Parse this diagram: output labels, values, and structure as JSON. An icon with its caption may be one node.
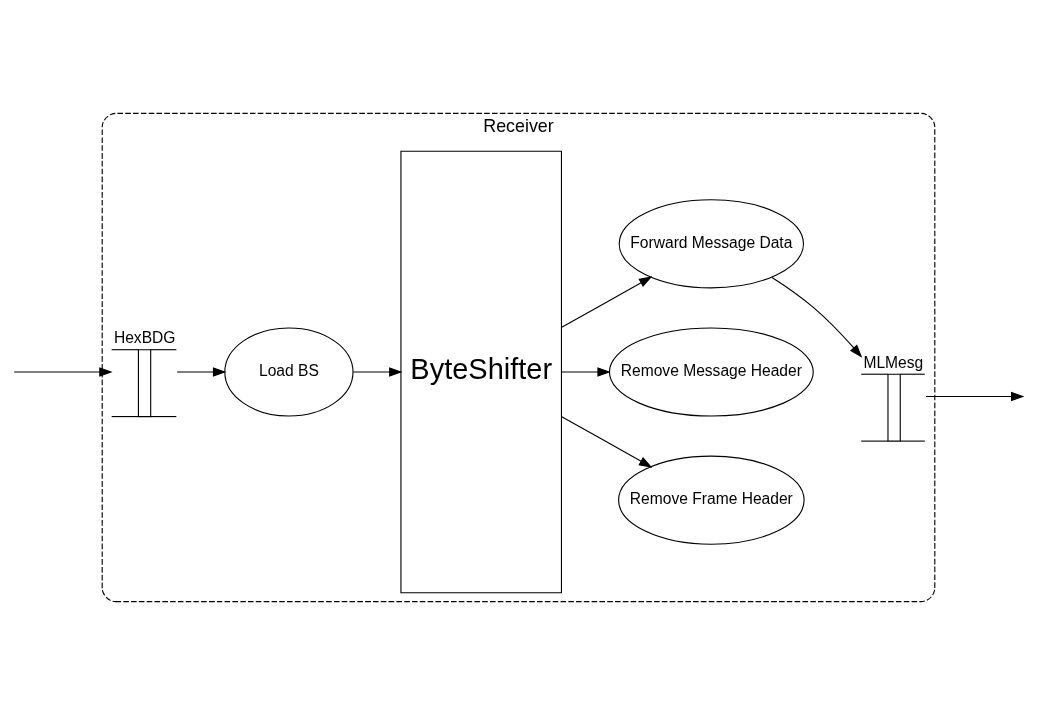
{
  "diagram": {
    "nodes": [
      {
        "text": [
          "Receiver"
        ]
      },
      {
        "text": [
          "HexBDG"
        ],
        "in": 0
      },
      {
        "text": [
          "Load BS"
        ],
        "in": 0
      },
      {
        "text": [
          "ByteShifter"
        ],
        "in": 0
      },
      {
        "text": [
          "Remove Frame Header"
        ],
        "in": 0
      },
      {
        "text": [
          "Remove Message Header"
        ],
        "in": 0
      },
      {
        "text": [
          "Forward Message Data"
        ],
        "in": 0
      },
      {
        "text": [
          "MLMesg"
        ],
        "in": 0
      }
    ],
    "edges": [
      {
        "from": null,
        "to": 1,
        "arrow": "to"
      },
      {
        "from": 1,
        "to": 2,
        "arrow": "to"
      },
      {
        "from": 2,
        "to": 3,
        "arrow": "to"
      },
      {
        "from": 3,
        "to": 4,
        "arrow": "to"
      },
      {
        "from": 3,
        "to": 5,
        "arrow": "to"
      },
      {
        "from": 3,
        "to": 6,
        "arrow": "to"
      },
      {
        "from": 6,
        "to": 7,
        "arrow": "to"
      },
      {
        "from": 7,
        "to": null,
        "arrow": "to"
      }
    ]
  }
}
